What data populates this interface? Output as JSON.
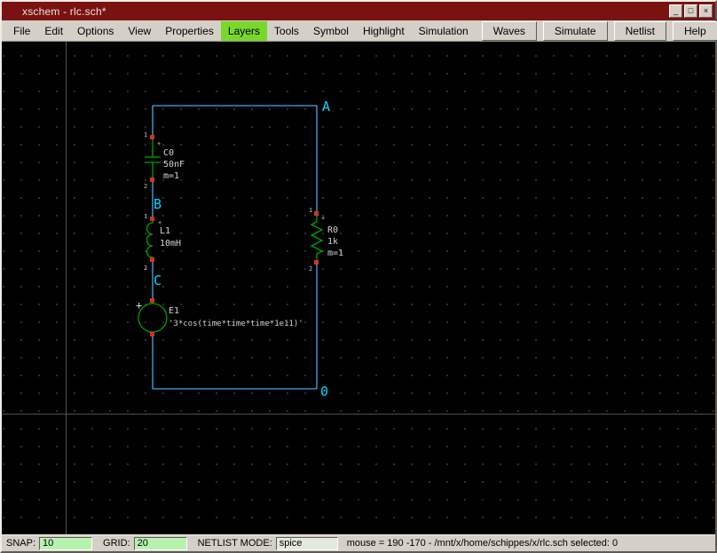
{
  "window": {
    "title": "xschem - rlc.sch*",
    "controls": {
      "minimize": "_",
      "maximize": "□",
      "close": "×"
    }
  },
  "menubar": {
    "items": [
      {
        "label": "File"
      },
      {
        "label": "Edit"
      },
      {
        "label": "Options"
      },
      {
        "label": "View"
      },
      {
        "label": "Properties"
      },
      {
        "label": "Layers"
      },
      {
        "label": "Tools"
      },
      {
        "label": "Symbol"
      },
      {
        "label": "Highlight"
      },
      {
        "label": "Simulation"
      }
    ],
    "buttons": [
      {
        "label": "Waves"
      },
      {
        "label": "Simulate"
      },
      {
        "label": "Netlist"
      },
      {
        "label": "Help"
      }
    ]
  },
  "schematic": {
    "net_labels": [
      {
        "name": "A"
      },
      {
        "name": "B"
      },
      {
        "name": "C"
      },
      {
        "name": "0"
      }
    ],
    "components": [
      {
        "ref": "C0",
        "value": "50nF",
        "mult": "m=1"
      },
      {
        "ref": "L1",
        "value": "10mH"
      },
      {
        "ref": "E1",
        "value": "'3*cos(time*time*time*1e11)'"
      },
      {
        "ref": "R0",
        "value": "1k",
        "mult": "m=1"
      }
    ],
    "pins": {
      "one": "1",
      "two": "2",
      "plus": "+"
    }
  },
  "statusbar": {
    "snap_label": "SNAP:",
    "snap_value": "10",
    "grid_label": "GRID:",
    "grid_value": "20",
    "netlist_label": "NETLIST MODE:",
    "netlist_value": "spice",
    "mouse_info": "mouse = 190 -170 - /mnt/x/home/schippes/x/rlc.sch  selected: 0"
  },
  "colors": {
    "titlebar": "#7a1212",
    "menu_highlight": "#78d82a",
    "wire": "#45a8f0",
    "symbol": "#00a400",
    "net_label": "#00d8ff",
    "pin_square": "#d2331f",
    "input_green": "#b8f2b0",
    "canvas_bg": "#000000"
  }
}
